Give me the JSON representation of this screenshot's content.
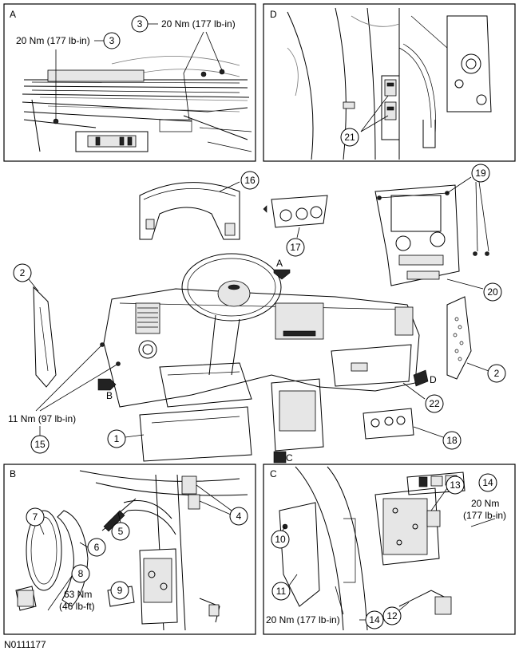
{
  "panels": {
    "a": {
      "letter": "A"
    },
    "b": {
      "letter": "B"
    },
    "c": {
      "letter": "C"
    },
    "d": {
      "letter": "D"
    }
  },
  "view_arrows": {
    "a": "A",
    "b": "B",
    "c": "C",
    "d": "D"
  },
  "callouts": {
    "c1": "1",
    "c2_left": "2",
    "c2_right": "2",
    "c3_left": "3",
    "c3_right": "3",
    "c4": "4",
    "c5": "5",
    "c6": "6",
    "c7": "7",
    "c8": "8",
    "c9": "9",
    "c10": "10",
    "c11": "11",
    "c12": "12",
    "c13": "13",
    "c14_right": "14",
    "c14_bottom": "14",
    "c15": "15",
    "c16": "16",
    "c17": "17",
    "c18": "18",
    "c19": "19",
    "c20": "20",
    "c21": "21",
    "c22": "22"
  },
  "torque_labels": {
    "a_left": "20 Nm (177 lb-in)",
    "a_right": "20 Nm (177 lb-in)",
    "main_15": "11 Nm (97 lb-in)",
    "b_8_line1": "63 Nm",
    "b_8_line2": "(46 lb-ft)",
    "c_14_line1": "20 Nm",
    "c_14_line2": "(177 lb-in)",
    "c_14_bottom": "20 Nm (177 lb-in)"
  },
  "figure_id": "N0111177"
}
